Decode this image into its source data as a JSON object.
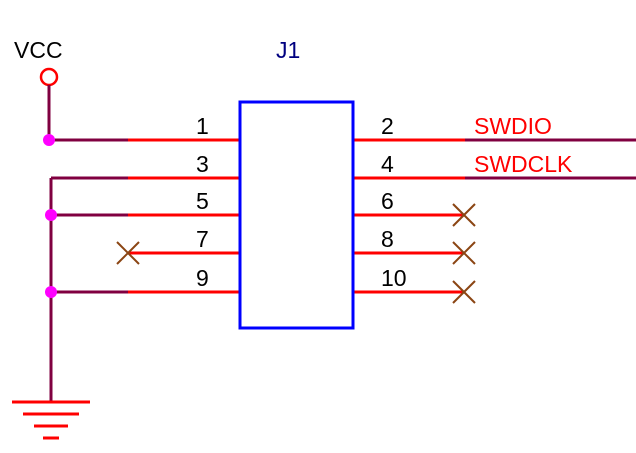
{
  "schematic": {
    "power_label": "VCC",
    "connector_ref": "J1",
    "left_pins": [
      "1",
      "3",
      "5",
      "7",
      "9"
    ],
    "right_pins": [
      "2",
      "4",
      "6",
      "8",
      "10"
    ],
    "nets": [
      {
        "pin": "2",
        "label": "SWDIO"
      },
      {
        "pin": "4",
        "label": "SWDCLK"
      }
    ],
    "no_connect_pins": [
      "6",
      "7",
      "8",
      "10"
    ],
    "colors": {
      "wire": "#ff0000",
      "net_wire": "#800040",
      "body": "#0000ff",
      "junction": "#ff00ff",
      "no_connect": "#8b4513",
      "text": "#000000",
      "net_label": "#ff0000",
      "ref": "#000080"
    }
  }
}
